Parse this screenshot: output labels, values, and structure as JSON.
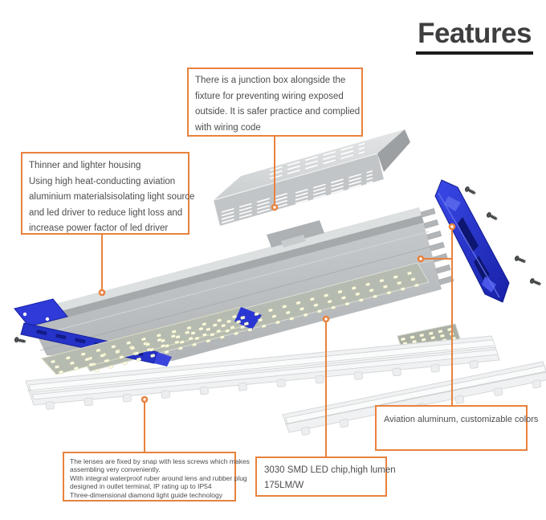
{
  "title": "Features",
  "colors": {
    "accent": "#e8823e",
    "title_text": "#3e3e40",
    "body_text": "#4d4d4f",
    "cap_blue": "#2633cc",
    "housing_gray": "#c3c7c9"
  },
  "callouts": {
    "junction_box": {
      "lines": [
        "There is a junction box alongside the",
        "fixture for preventing wiring exposed",
        "outside. It is safer practice and complied",
        "with wiring code"
      ]
    },
    "housing": {
      "lines": [
        "Thinner and lighter housing",
        "Using high heat-conducting aviation",
        "aluminium materialsisolating light source",
        "and led driver to reduce light loss and",
        "increase power factor of led driver"
      ]
    },
    "lens": {
      "lines": [
        "The lenses are fixed by snap with less screws which makes",
        "assembling very conveniently.",
        "With integral waterproof ruber around lens and rubber plug",
        "designed in outlet terminal, IP rating up to IP54",
        "Three-dimensional diamond light guide technology"
      ]
    },
    "led_chip": {
      "lines": [
        "3030 SMD LED chip,high lumen",
        "175LM/W"
      ]
    },
    "aluminum": {
      "lines": [
        "Aviation aluminum, customizable colors"
      ]
    }
  }
}
